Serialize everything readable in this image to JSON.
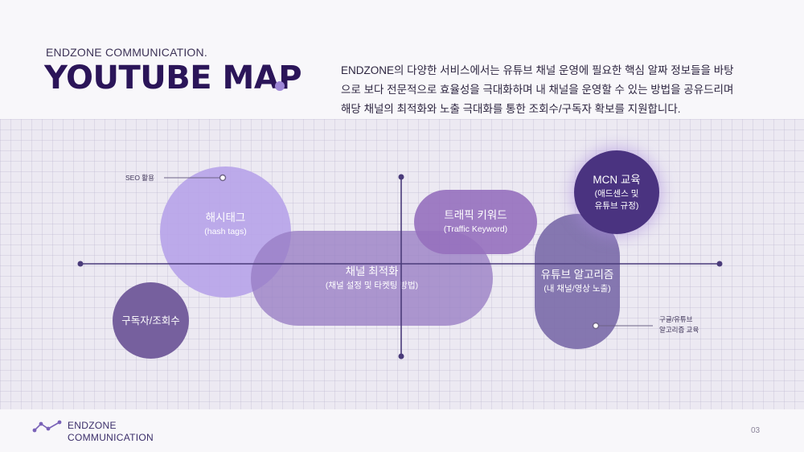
{
  "header": {
    "brand_small": "ENDZONE COMMUNICATION.",
    "title": "YOUTUBE MAP",
    "description": [
      "ENDZONE의 다양한 서비스에서는 유튜브 채널 운영에 필요한 핵심 알짜 정보들을 바탕",
      "으로 보다 전문적으로 효율성을 극대화하며 내 채널을 운영할 수 있는 방법을 공유드리며",
      "해당 채널의 최적화와 노출 극대화를 통한 조회수/구독자 확보를 지원합니다."
    ]
  },
  "diagram": {
    "nodes": {
      "hashtag": {
        "title": "해시태그",
        "subtitle": "(hash tags)"
      },
      "channel": {
        "title": "채널 최적화",
        "subtitle": "(채널 설정 및 타켓팅 방법)"
      },
      "traffic": {
        "title": "트래픽 키워드",
        "subtitle": "(Traffic Keyword)"
      },
      "algorithm": {
        "title": "유튜브 알고리즘",
        "subtitle": "(내 채널/영상 노출)"
      },
      "mcn": {
        "title": "MCN 교육",
        "subtitle_line1": "(애드센스 및",
        "subtitle_line2": "유튜브 규정)"
      },
      "subscriber": {
        "title": "구독자/조회수"
      }
    },
    "callouts": {
      "seo": "SEO 활용",
      "google_line1": "구글/유튜브",
      "google_line2": "알고리즘 교육"
    }
  },
  "footer": {
    "brand_line1": "ENDZONE",
    "brand_line2": "COMMUNICATION",
    "page_number": "03"
  },
  "colors": {
    "title": "#2b1559",
    "axis": "#4a3b7a",
    "accent": "#9d86d6"
  }
}
